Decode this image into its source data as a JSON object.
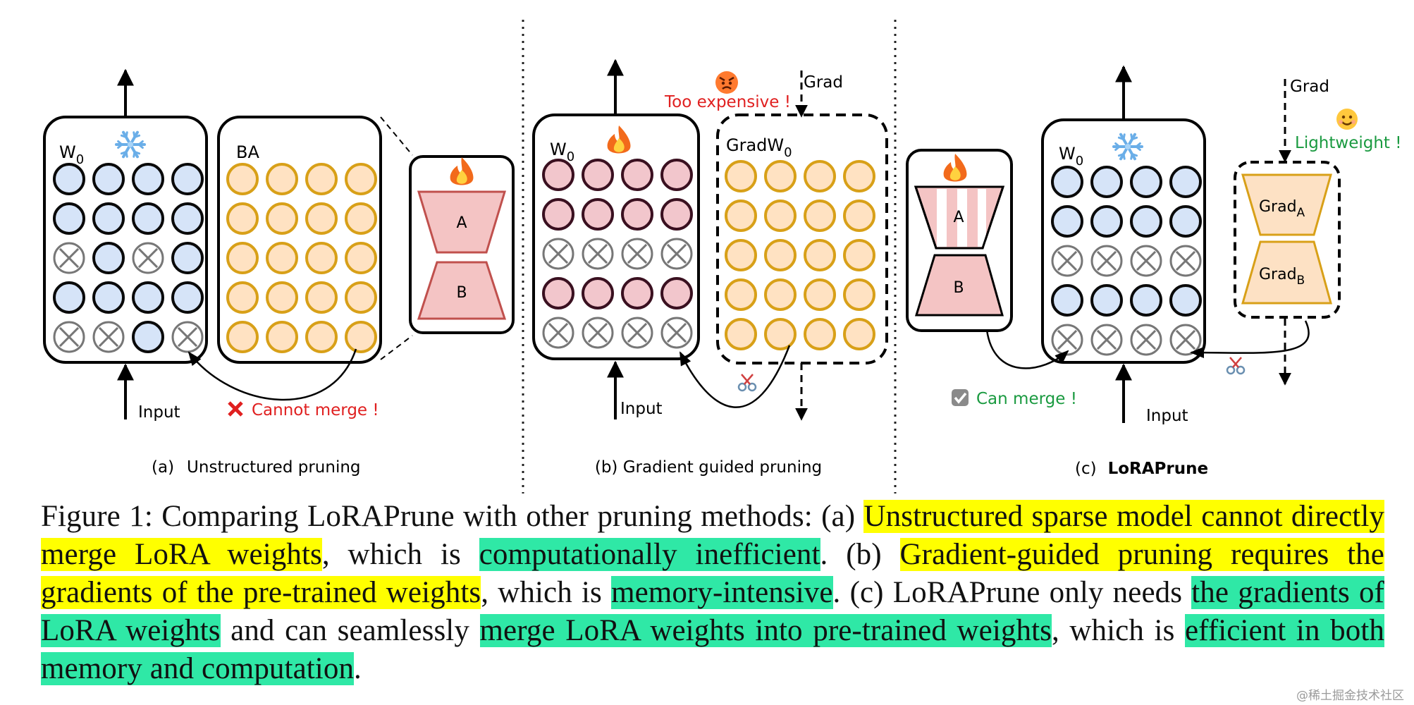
{
  "panels": {
    "a": {
      "weight_label": "W",
      "weight_sub": "0",
      "ba_label": "BA",
      "input_label": "Input",
      "lora_a": "A",
      "lora_b": "B",
      "merge_note": "Cannot merge !",
      "caption_tag": "(a)",
      "caption_title": "Unstructured pruning"
    },
    "b": {
      "weight_label": "W",
      "weight_sub": "0",
      "grad_label": "Grad",
      "grad_sub_label": "W",
      "grad_sub_sub": "0",
      "input_label": "Input",
      "grad_arrow_label": "Grad",
      "expense_note": "Too expensive !",
      "caption": "(b) Gradient guided pruning"
    },
    "c": {
      "weight_label": "W",
      "weight_sub": "0",
      "input_label": "Input",
      "lora_a": "A",
      "lora_b": "B",
      "grad_arrow_label": "Grad",
      "grad_a": "Grad",
      "grad_a_sub": "A",
      "grad_b": "Grad",
      "grad_b_sub": "B",
      "weight_note": "Lightweight !",
      "merge_note": "Can merge !",
      "caption_tag": "(c)",
      "caption_title": "LoRAPrune"
    }
  },
  "caption": {
    "prefix": "Figure 1:  Comparing LoRAPrune with other pruning methods: (a) ",
    "hl1": "Unstructured sparse model cannot directly merge LoRA weights",
    "t1": ", which is ",
    "hl2": "computationally inefficient",
    "t2": ". (b) ",
    "hl3": "Gradient-guided pruning requires the gradients of the pre-trained weights",
    "t3": ", which is ",
    "hl4": "memory-intensive",
    "t4": ". (c) LoRAPrune only needs ",
    "hl5": "the gradients of LoRA weights",
    "t5": " and can seamlessly ",
    "hl6": "merge LoRA weights into pre-trained weights",
    "t6": ", which is ",
    "hl7": "efficient in both memory and computation",
    "t7": "."
  },
  "watermark": "@稀土掘金技术社区",
  "colors": {
    "frozen_fill": "#d6e4f8",
    "lora_fill": "#ffe2c2",
    "lora_stroke": "#d8a018",
    "trained_fill": "#f2c6cc",
    "trained_stroke": "#3a1020",
    "pruned_stroke": "#777777",
    "lora_block_fill": "#f4c4c4",
    "lora_block_stroke": "#c0504d",
    "grad_block_fill": "#fde1c4",
    "grad_block_stroke": "#d8a018",
    "warning_red": "#e02020",
    "success_green": "#1a9a40",
    "highlight_yellow": "#ffff00",
    "highlight_green": "#2fe8a6"
  },
  "icons": [
    "snowflake-icon",
    "fire-icon",
    "angry-face-icon",
    "smile-face-icon",
    "scissors-icon",
    "cross-mark-icon",
    "checkbox-icon"
  ]
}
